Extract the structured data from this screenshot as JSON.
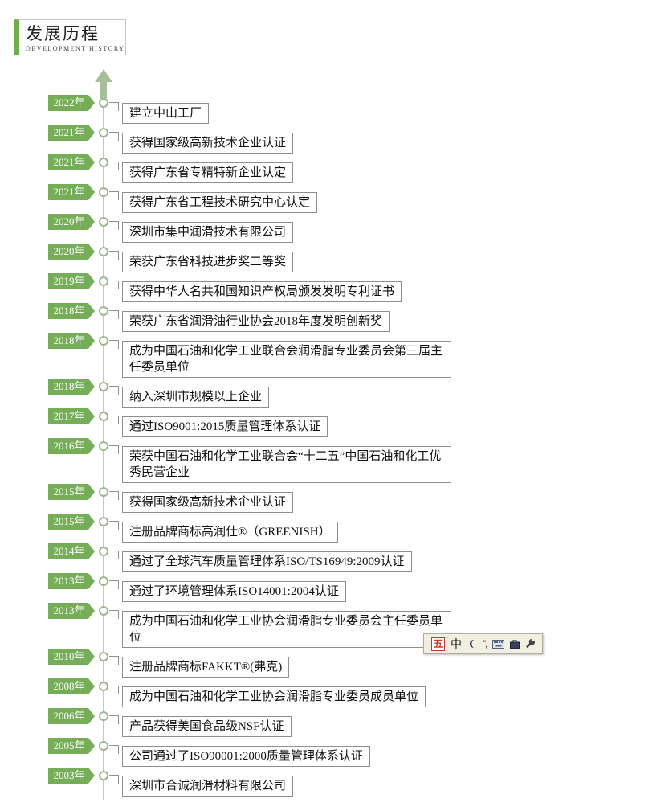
{
  "header": {
    "title": "发展历程",
    "subtitle": "DEVELOPMENT HISTORY"
  },
  "timeline": {
    "items": [
      {
        "year": "2022年",
        "text": "建立中山工厂"
      },
      {
        "year": "2021年",
        "text": "获得国家级高新技术企业认证"
      },
      {
        "year": "2021年",
        "text": "获得广东省专精特新企业认定"
      },
      {
        "year": "2021年",
        "text": "获得广东省工程技术研究中心认定"
      },
      {
        "year": "2020年",
        "text": "深圳市集中润滑技术有限公司"
      },
      {
        "year": "2020年",
        "text": "荣获广东省科技进步奖二等奖"
      },
      {
        "year": "2019年",
        "text": "获得中华人名共和国知识产权局颁发发明专利证书"
      },
      {
        "year": "2018年",
        "text": "荣获广东省润滑油行业协会2018年度发明创新奖"
      },
      {
        "year": "2018年",
        "text": "成为中国石油和化学工业联合会润滑脂专业委员会第三届主任委员单位"
      },
      {
        "year": "2018年",
        "text": "纳入深圳市规模以上企业"
      },
      {
        "year": "2017年",
        "text": "通过ISO9001:2015质量管理体系认证"
      },
      {
        "year": "2016年",
        "text": "荣获中国石油和化学工业联合会“十二五”中国石油和化工优秀民营企业"
      },
      {
        "year": "2015年",
        "text": "获得国家级高新技术企业认证"
      },
      {
        "year": "2015年",
        "text": "注册品牌商标高润仕®（GREENISH）"
      },
      {
        "year": "2014年",
        "text": "通过了全球汽车质量管理体系ISO/TS16949:2009认证"
      },
      {
        "year": "2013年",
        "text": "通过了环境管理体系ISO14001:2004认证"
      },
      {
        "year": "2013年",
        "text": "成为中国石油和化学工业协会润滑脂专业委员会主任委员单位"
      },
      {
        "year": "2010年",
        "text": "注册品牌商标FAKKT®(弗克)"
      },
      {
        "year": "2008年",
        "text": "成为中国石油和化学工业协会润滑脂专业委员成员单位"
      },
      {
        "year": "2006年",
        "text": "产品获得美国食品级NSF认证"
      },
      {
        "year": "2005年",
        "text": "公司通过了ISO90001:2000质量管理体系认证"
      },
      {
        "year": "2003年",
        "text": "深圳市合诚润滑材料有限公司"
      }
    ]
  },
  "ime": {
    "logo": "五",
    "mode": "中",
    "punctuation": "”,"
  },
  "colors": {
    "badge_green": "#76ad58",
    "header_green": "#6fae4e",
    "timeline_green": "#a7bf99",
    "box_border": "#8f8f8f",
    "ime_logo_red": "#c0392b"
  }
}
